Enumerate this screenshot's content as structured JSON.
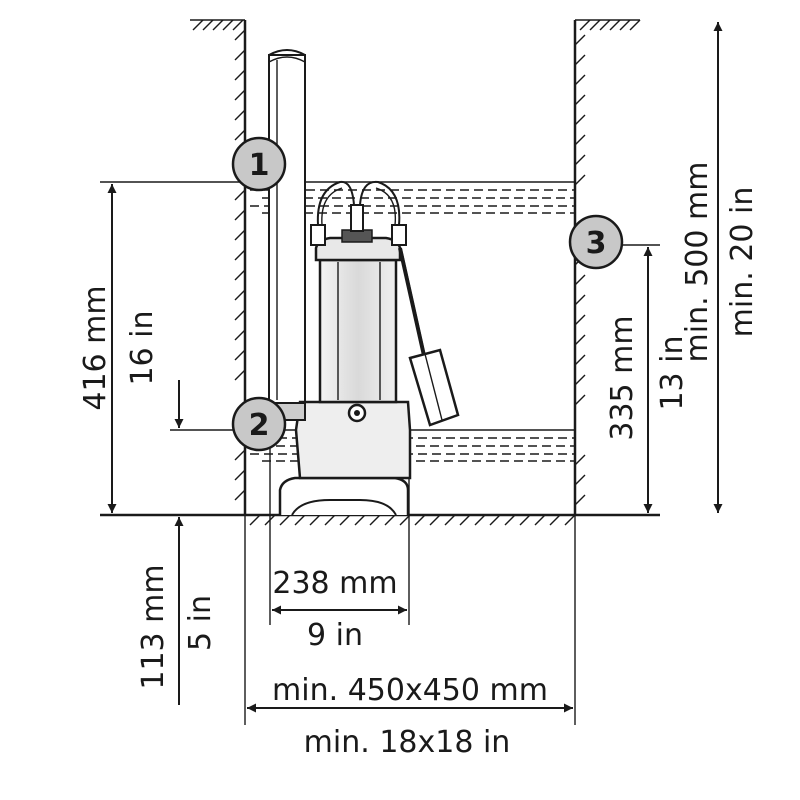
{
  "markers": {
    "m1": "1",
    "m2": "2",
    "m3": "3"
  },
  "dimensions": {
    "h_total_mm": "416 mm",
    "h_total_in": "16 in",
    "h_base_mm": "113 mm",
    "h_base_in": "5 in",
    "w_pump_mm": "238 mm",
    "w_pump_in": "9 in",
    "w_shaft_mm": "min. 450x450 mm",
    "w_shaft_in": "min. 18x18 in",
    "h_switch_mm": "335 mm",
    "h_switch_in": "13 in",
    "h_shaft_mm": "min. 500 mm",
    "h_shaft_in": "min. 20 in"
  },
  "colors": {
    "line": "#1a1a1a",
    "marker_fill": "#c8c8c8",
    "background": "#ffffff"
  }
}
